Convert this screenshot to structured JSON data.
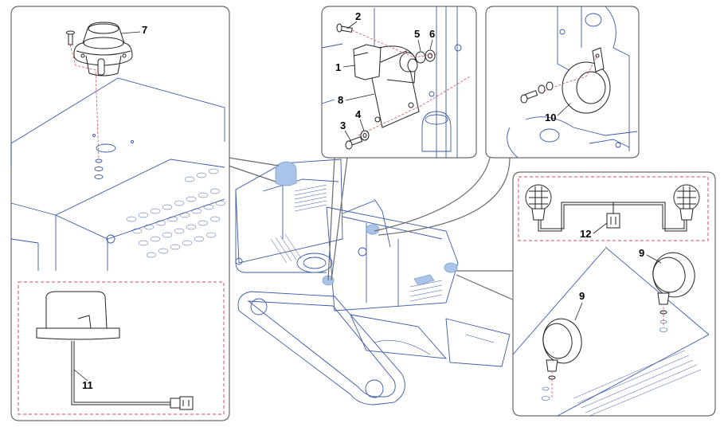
{
  "callouts": {
    "c1": "1",
    "c2": "2",
    "c3": "3",
    "c4": "4",
    "c5": "5",
    "c6": "6",
    "c7": "7",
    "c8": "8",
    "c9a": "9",
    "c9b": "9",
    "c10": "10",
    "c11": "11",
    "c12": "12"
  },
  "colors": {
    "line_art": "#3a58a6",
    "highlight": "#a9c4e6",
    "dashed_frame": "#d94c57",
    "panel_outline": "#6a6a6a"
  }
}
